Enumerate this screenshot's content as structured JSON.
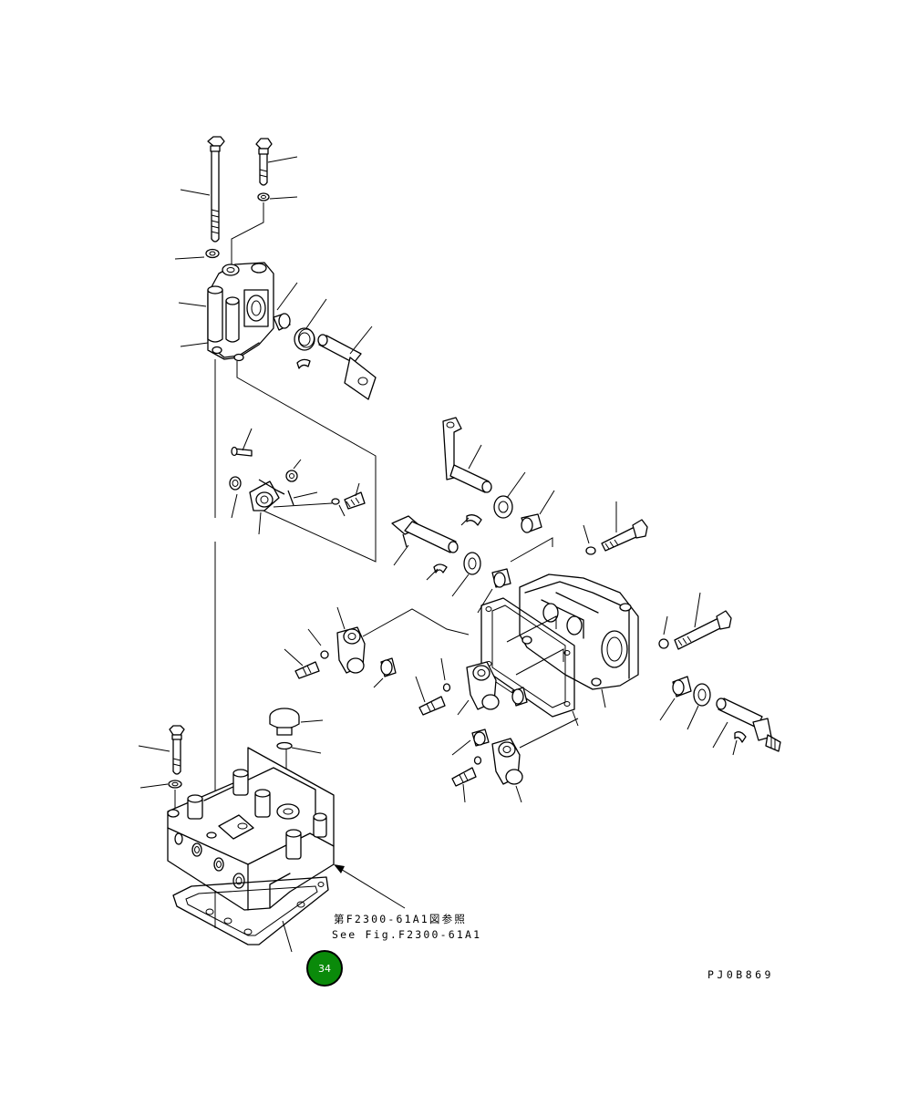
{
  "reference": {
    "japanese": "第F2300-61A1図参照",
    "english": "See Fig.F2300-61A1"
  },
  "page_badge": {
    "number": "34",
    "color": "#0a8a0a"
  },
  "drawing_code": "PJ0B869"
}
